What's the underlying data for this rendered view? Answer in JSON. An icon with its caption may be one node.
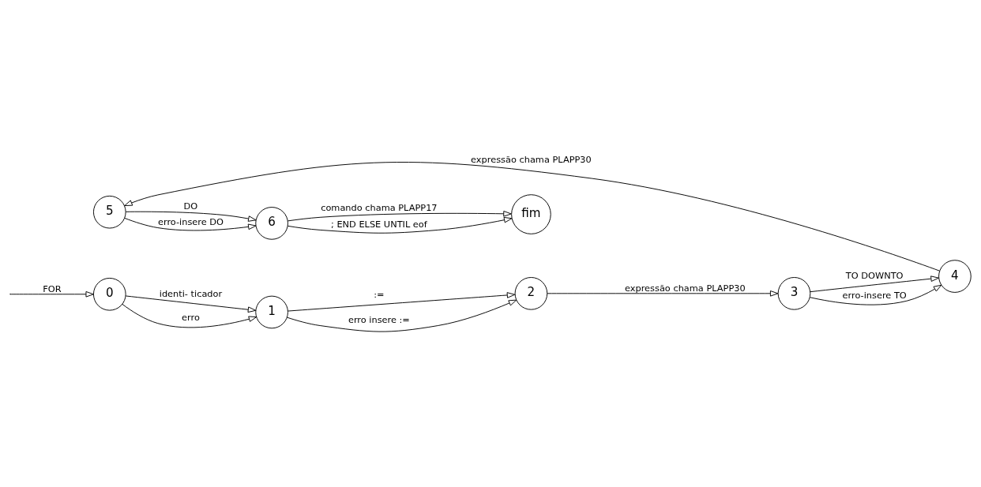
{
  "diagram": {
    "nodes": [
      {
        "text": [
          "0"
        ]
      },
      {
        "text": [
          "1"
        ]
      },
      {
        "text": [
          "2"
        ]
      },
      {
        "text": [
          "3"
        ]
      },
      {
        "text": [
          "4"
        ]
      },
      {
        "text": [
          "5"
        ]
      },
      {
        "text": [
          "6"
        ]
      },
      {
        "text": [
          "fim"
        ]
      }
    ],
    "edges": [
      {
        "from": null,
        "to": 0,
        "arrow": "to",
        "label": "FOR"
      },
      {
        "from": 0,
        "to": 1,
        "arrow": "to",
        "label": "identi- ticador"
      },
      {
        "from": 0,
        "to": 1,
        "arrow": "to",
        "label": "erro"
      },
      {
        "from": 1,
        "to": 2,
        "arrow": "to",
        "label": ":="
      },
      {
        "from": 1,
        "to": 2,
        "arrow": "to",
        "label": "erro insere :="
      },
      {
        "from": 2,
        "to": 3,
        "arrow": "to",
        "label": "expressão chama PLAPP30"
      },
      {
        "from": 3,
        "to": 4,
        "arrow": "to",
        "label": "TO DOWNTO"
      },
      {
        "from": 3,
        "to": 4,
        "arrow": "to",
        "label": "erro-insere TO"
      },
      {
        "from": 4,
        "to": 5,
        "arrow": "to",
        "label": "expressão chama PLAPP30"
      },
      {
        "from": 5,
        "to": 6,
        "arrow": "to",
        "label": "DO"
      },
      {
        "from": 5,
        "to": 6,
        "arrow": "to",
        "label": "erro-insere DO"
      },
      {
        "from": 6,
        "to": 7,
        "arrow": "to",
        "label": "comando chama PLAPP17"
      },
      {
        "from": 6,
        "to": 7,
        "arrow": "to",
        "label": "; END ELSE UNTIL eof"
      }
    ]
  }
}
